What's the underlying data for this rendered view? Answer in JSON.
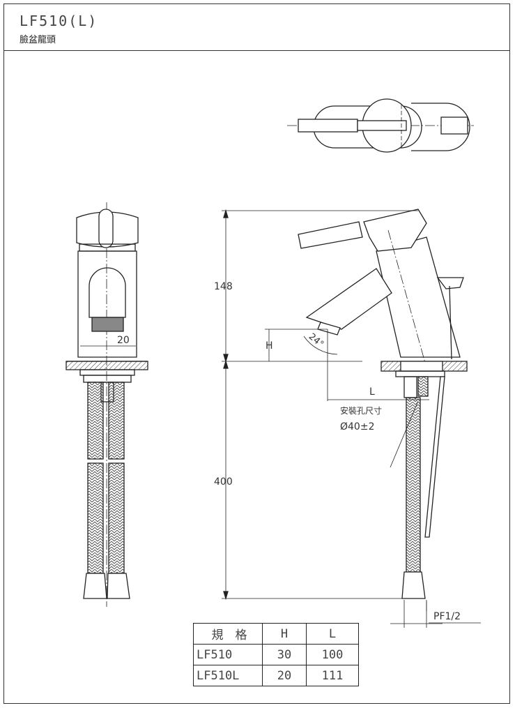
{
  "header": {
    "title": "LF510(L)",
    "subtitle": "臉盆龍頭"
  },
  "dimensions": {
    "height_upper": "148",
    "height_lower": "400",
    "handle_offset": "20",
    "h_label": "H",
    "l_label": "L",
    "angle": "24°",
    "install_hole_label": "安裝孔尺寸",
    "install_hole_value": "Ø40±2",
    "thread": "PF1/2"
  },
  "spec_table": {
    "headers": [
      "規　格",
      "H",
      "L"
    ],
    "rows": [
      [
        "LF510",
        "30",
        "100"
      ],
      [
        "LF510L",
        "20",
        "111"
      ]
    ]
  }
}
